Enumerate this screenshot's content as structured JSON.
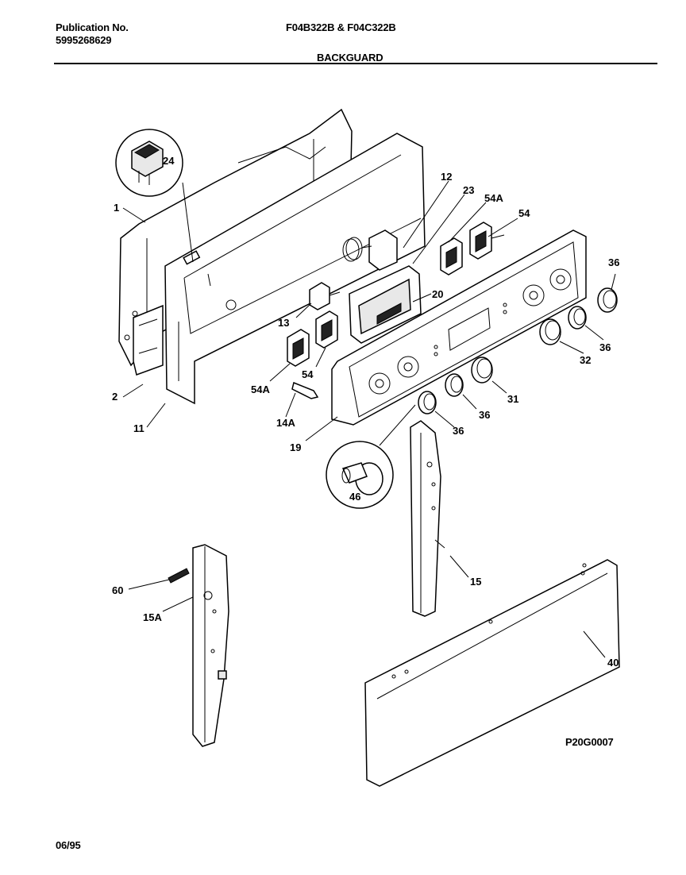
{
  "header": {
    "publication_label": "Publication No.",
    "publication_number": "5995268629",
    "models": "F04B322B & F04C322B",
    "section_title": "BACKGUARD"
  },
  "footer": {
    "date": "06/95",
    "drawing_code": "P20G0007"
  },
  "callouts": [
    {
      "id": "c-1",
      "text": "1"
    },
    {
      "id": "c-24",
      "text": "24"
    },
    {
      "id": "c-12",
      "text": "12"
    },
    {
      "id": "c-23",
      "text": "23"
    },
    {
      "id": "c-54a-top",
      "text": "54A"
    },
    {
      "id": "c-54-top",
      "text": "54"
    },
    {
      "id": "c-36-a",
      "text": "36"
    },
    {
      "id": "c-20",
      "text": "20"
    },
    {
      "id": "c-13",
      "text": "13"
    },
    {
      "id": "c-36-b",
      "text": "36"
    },
    {
      "id": "c-32",
      "text": "32"
    },
    {
      "id": "c-54-mid",
      "text": "54"
    },
    {
      "id": "c-54a-mid",
      "text": "54A"
    },
    {
      "id": "c-2",
      "text": "2"
    },
    {
      "id": "c-31",
      "text": "31"
    },
    {
      "id": "c-36-c",
      "text": "36"
    },
    {
      "id": "c-11",
      "text": "11"
    },
    {
      "id": "c-14a",
      "text": "14A"
    },
    {
      "id": "c-36-d",
      "text": "36"
    },
    {
      "id": "c-19",
      "text": "19"
    },
    {
      "id": "c-46",
      "text": "46"
    },
    {
      "id": "c-15",
      "text": "15"
    },
    {
      "id": "c-60",
      "text": "60"
    },
    {
      "id": "c-15a",
      "text": "15A"
    },
    {
      "id": "c-40",
      "text": "40"
    }
  ]
}
